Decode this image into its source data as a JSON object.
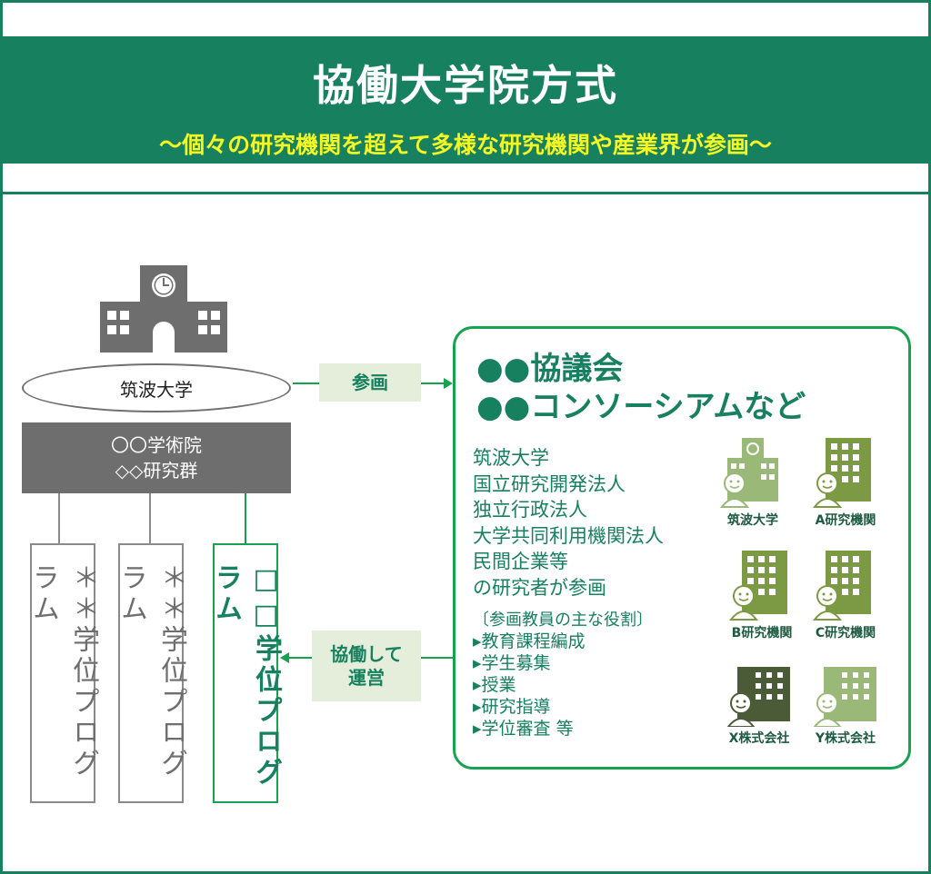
{
  "title": "協働大学院方式",
  "subtitle": "～個々の研究機関を超えて多様な研究機関や産業界が参画～",
  "university": {
    "name": "筑波大学",
    "icon": "school-building-icon"
  },
  "gakujutsu": {
    "line1": "〇〇学術院",
    "line2": "◇◇研究群"
  },
  "programs": [
    {
      "label": "＊＊学位プログラム"
    },
    {
      "label": "＊＊学位プログラム"
    },
    {
      "label": "□□学位プログラム"
    }
  ],
  "arrow_sankaku": "参画",
  "arrow_kyodo": {
    "line1": "協働して",
    "line2": "運営"
  },
  "consortium": {
    "title_line1": "●●協議会",
    "title_line2": "●●コンソーシアムなど",
    "members": [
      "筑波大学",
      "国立研究開発法人",
      "独立行政法人",
      "大学共同利用機関法人",
      "民間企業等",
      "の研究者が参画"
    ],
    "roles_heading": "〔参画教員の主な役割〕",
    "roles": [
      "▸教育課程編成",
      "▸学生募集",
      "▸授業",
      "▸研究指導",
      "▸学位審査 等"
    ]
  },
  "organizations": [
    {
      "label": "筑波大学",
      "color": "#9ab878",
      "icon": "school-building-icon"
    },
    {
      "label": "A研究機関",
      "color": "#7c9a43",
      "icon": "office-building-icon"
    },
    {
      "label": "B研究機関",
      "color": "#7c9a43",
      "icon": "office-building-icon"
    },
    {
      "label": "C研究機関",
      "color": "#7c9a43",
      "icon": "office-building-icon"
    },
    {
      "label": "X株式会社",
      "color": "#4b5a37",
      "icon": "company-building-icon"
    },
    {
      "label": "Y株式会社",
      "color": "#9ab878",
      "icon": "company-building-icon"
    }
  ],
  "colors": {
    "brand_green": "#17805f",
    "line_green": "#17a24f",
    "subtitle_yellow": "#f4f724",
    "gray": "#6e6e6e"
  }
}
